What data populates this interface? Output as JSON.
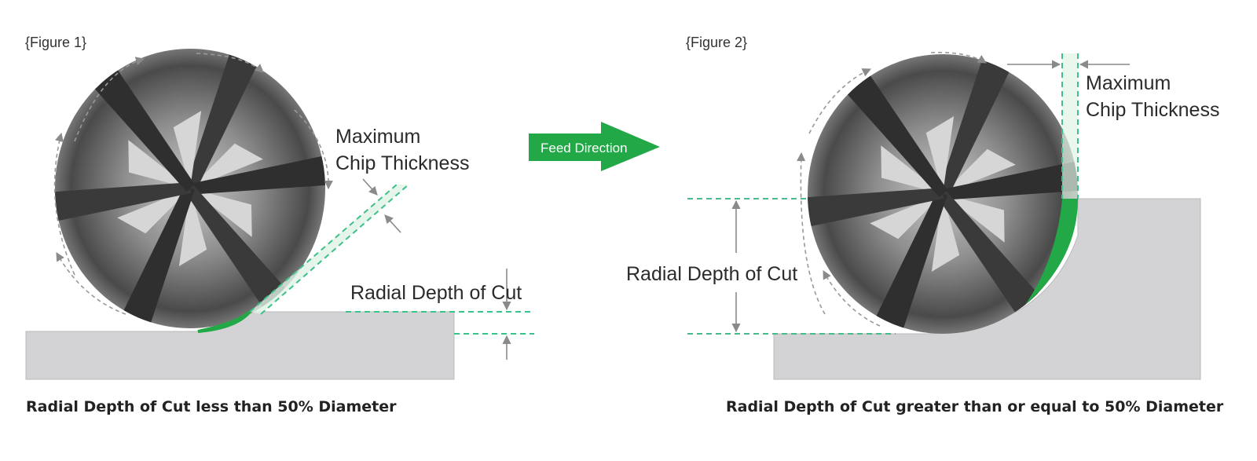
{
  "figure1": {
    "label": "{Figure 1}",
    "max_chip_line1": "Maximum",
    "max_chip_line2": "Chip Thickness",
    "radial_depth": "Radial Depth of Cut",
    "caption": "Radial Depth of Cut less than 50% Diameter"
  },
  "feed": {
    "label": "Feed Direction"
  },
  "figure2": {
    "label": "{Figure 2}",
    "max_chip_line1": "Maximum",
    "max_chip_line2": "Chip Thickness",
    "radial_depth": "Radial Depth of Cut",
    "caption": "Radial Depth of Cut greater than or equal to 50% Diameter"
  },
  "colors": {
    "green": "#22a846",
    "dash_green": "#3fbf8a",
    "workpiece": "#d3d3d5",
    "arrow_gray": "#8a8a8a"
  }
}
